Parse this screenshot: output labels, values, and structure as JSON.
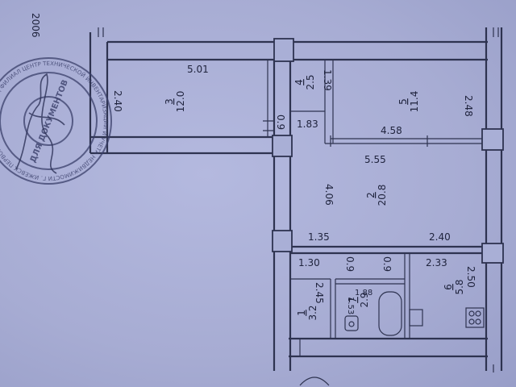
{
  "corner_text": "2006",
  "stamp": {
    "outer_ring_text": "УДМУРТСКИЙ ФИЛИАЛ ЦЕНТР ТЕХНИЧЕСКОЙ ИНВЕНТАРИЗАЦИИ И УЧЕТА НЕДВИЖИМОСТИ Г. ИЖЕВСК ПЕРВОМАЙСКИЙ ОТДЕЛ ИНН",
    "center_text": "ДЛЯ ДОКУМЕНТОВ"
  },
  "rooms": [
    {
      "id": "room-3",
      "number": "3",
      "area": "12.0"
    },
    {
      "id": "room-4",
      "number": "4",
      "area": "2.5"
    },
    {
      "id": "room-5",
      "number": "5",
      "area": "11.4"
    },
    {
      "id": "room-2",
      "number": "2",
      "area": "20.8"
    },
    {
      "id": "room-1",
      "number": "1",
      "area": "3.2"
    },
    {
      "id": "room-7",
      "number": "7",
      "area": "2.9"
    },
    {
      "id": "room-6",
      "number": "6",
      "area": "5.8"
    }
  ],
  "dimensions": {
    "d_5_01": "5.01",
    "d_2_40_left": "2.40",
    "d_1_39": "1.39",
    "d_0_9_a": "0.9",
    "d_1_83": "1.83",
    "d_2_48": "2.48",
    "d_4_58": "4.58",
    "d_5_55": "5.55",
    "d_4_06": "4.06",
    "d_1_35": "1.35",
    "d_2_40_right": "2.40",
    "d_1_30": "1.30",
    "d_0_9_b": "0.9",
    "d_0_9_c": "0.9",
    "d_2_33": "2.33",
    "d_2_50": "2.50",
    "d_2_45": "2.45",
    "d_1_88": "1.88",
    "d_1_53": "1.53"
  }
}
